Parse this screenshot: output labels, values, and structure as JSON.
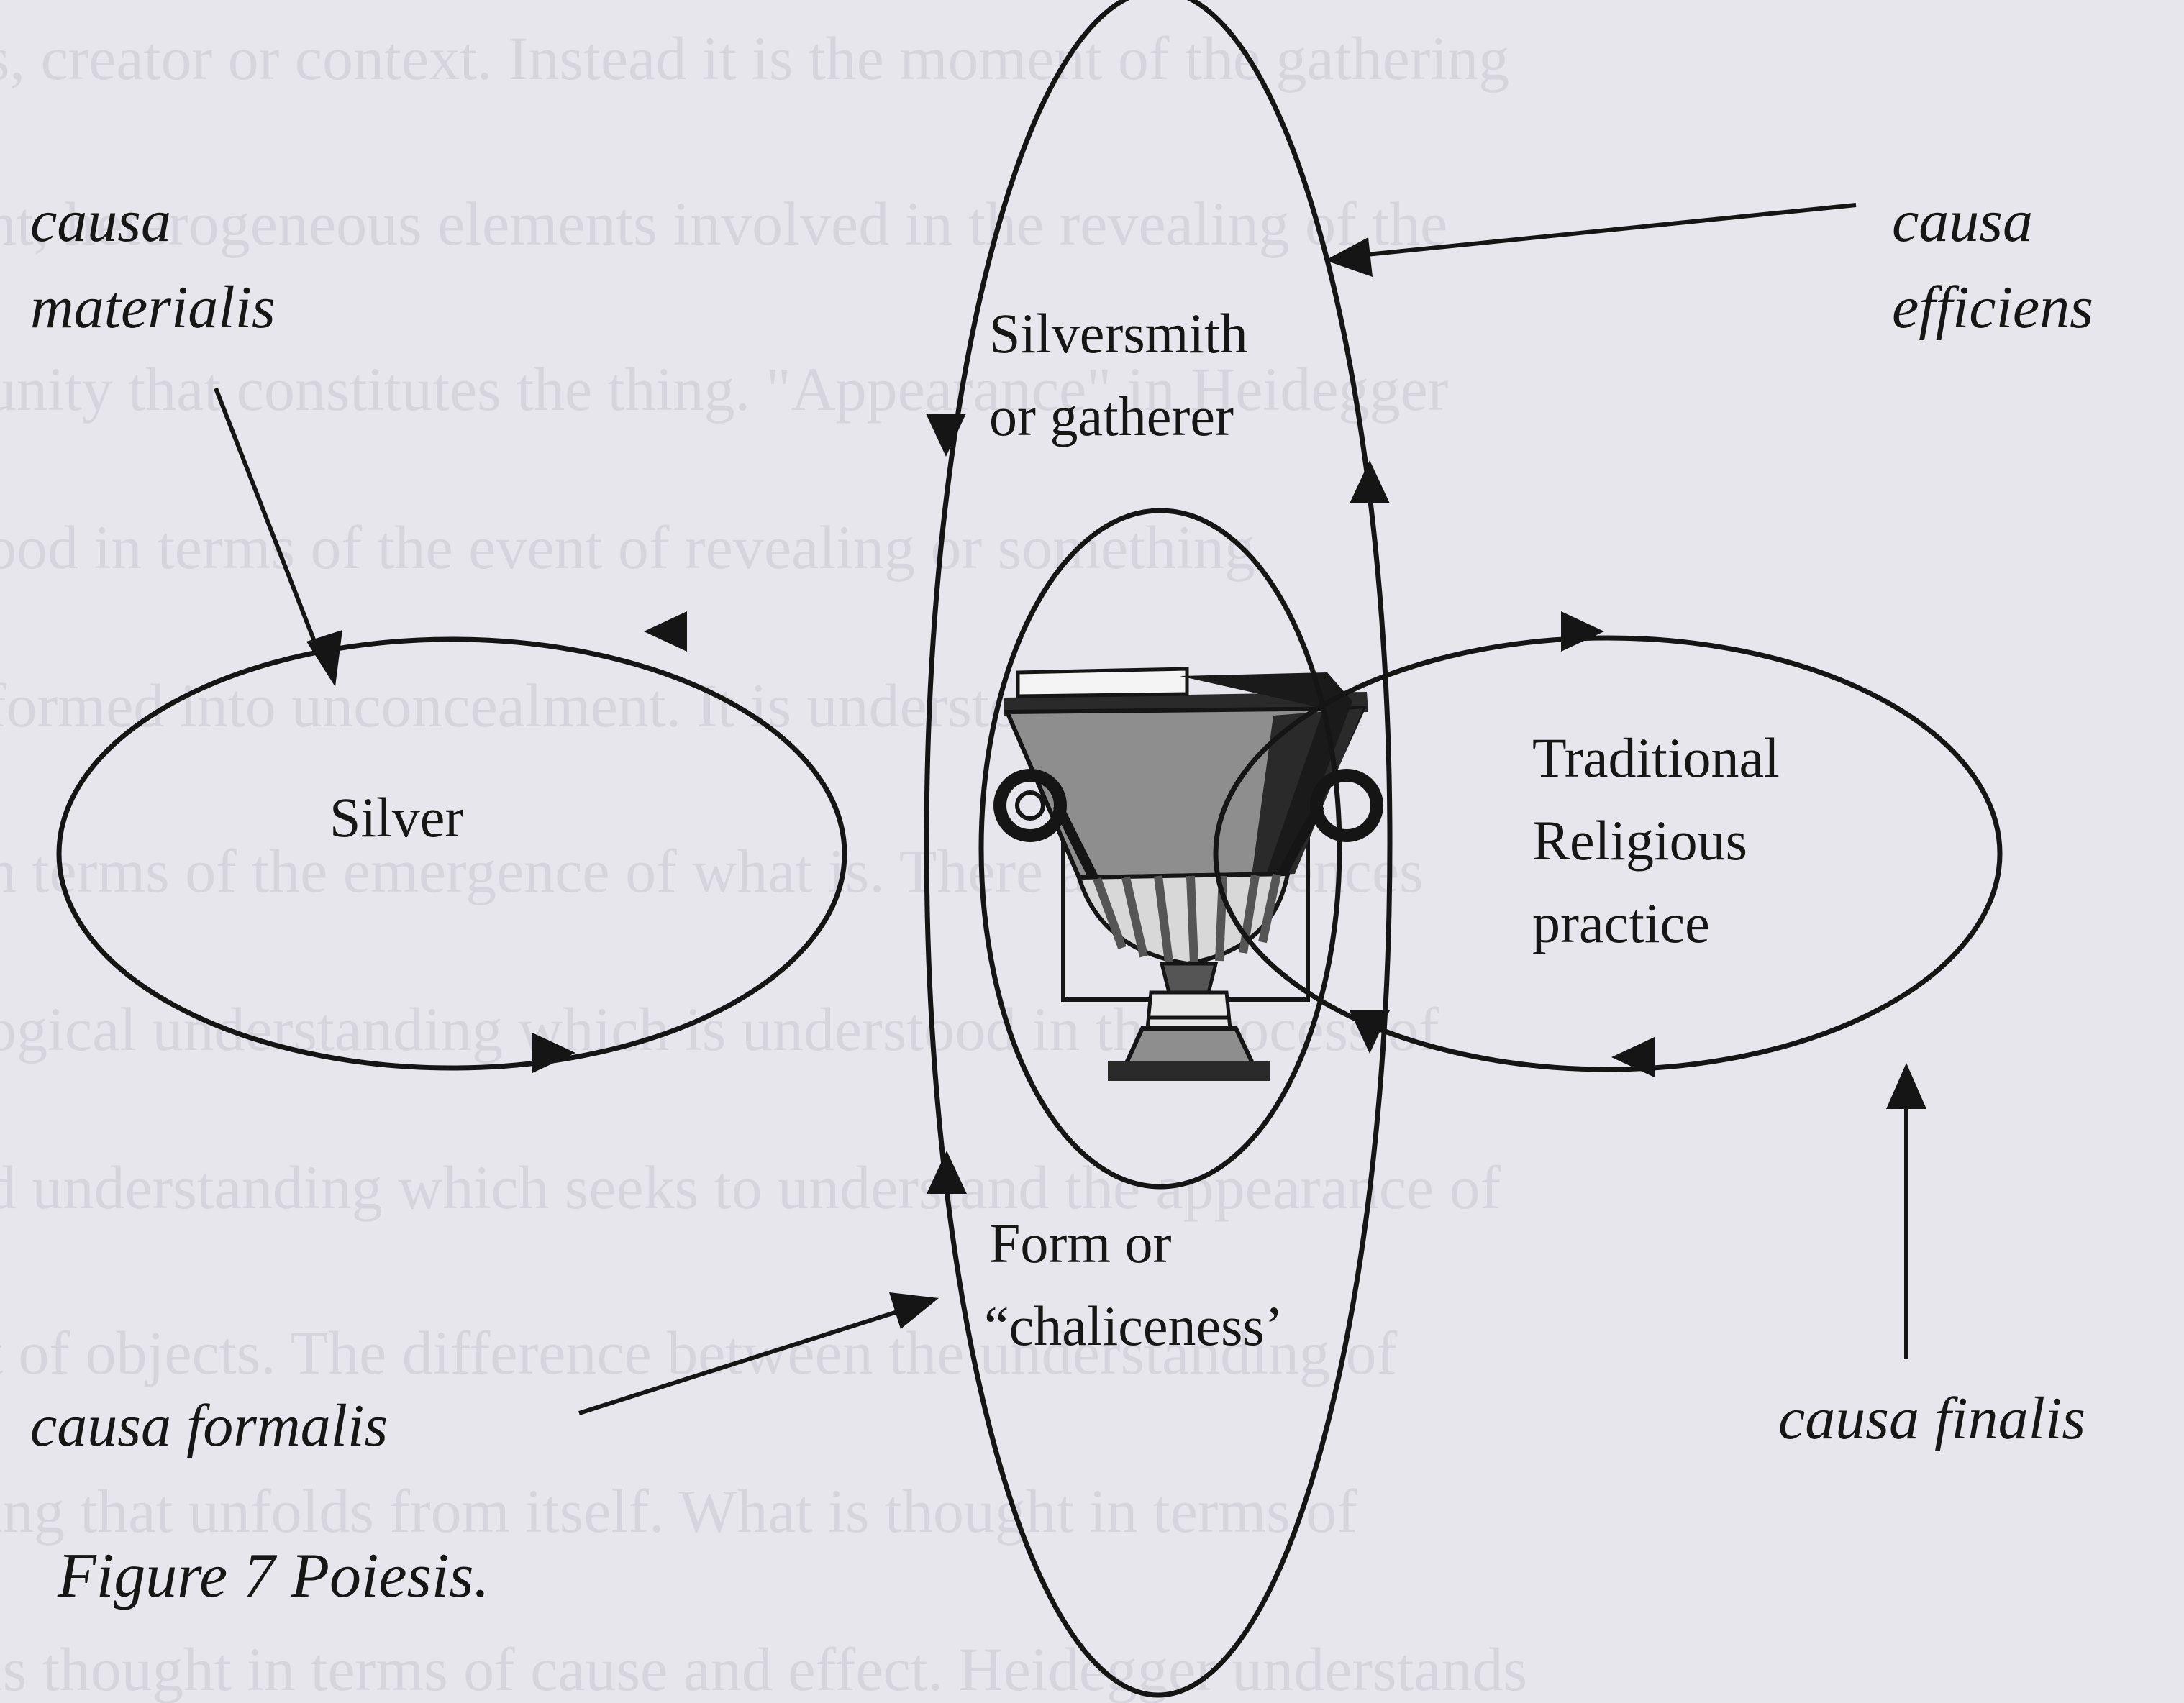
{
  "background_lines": [
    "s, creator or context. Instead it is the moment of the gathering",
    "nt, heterogeneous elements involved in the revealing of the",
    "unity that constitutes the thing. \"Appearance\" in Heidegger",
    "ood in terms of the event of revealing or something",
    "formed into unconcealment. It is understood in terms of",
    "n terms of the emergence of what is. There are differences",
    "ogical understanding which is understood in the process of",
    "d understanding which seeks to understand the appearance of",
    "t of objects. The difference between the understanding of",
    "ing that unfolds from itself. What is thought in terms of",
    "is thought in terms of cause and effect. Heidegger understands"
  ],
  "nodes": {
    "silversmith": [
      "Silversmith",
      "or gatherer"
    ],
    "silver": "Silver",
    "tradition": [
      "Traditional",
      "Religious",
      "practice"
    ],
    "form": [
      "Form or",
      "“chaliceness’"
    ]
  },
  "causes": {
    "materialis": [
      "causa",
      "materialis"
    ],
    "efficiens": [
      "causa",
      "efficiens"
    ],
    "formalis": "causa formalis",
    "finalis": "causa finalis"
  },
  "caption": "Figure 7 Poiesis.",
  "colors": {
    "stroke": "#151515",
    "chalice_gray": "#8e8e8e",
    "chalice_dark": "#2a2a2a"
  },
  "icons": [
    "chalice-icon"
  ]
}
